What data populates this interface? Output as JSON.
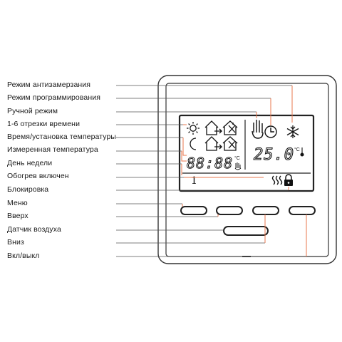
{
  "labels": [
    "Режим антизамерзания",
    "Режим программирования",
    "Ручной режим",
    "1-6 отрезки времени",
    "Время/установка температуры",
    "Измеренная температура",
    "День недели",
    "Обогрев включен",
    "Блокировка",
    "Меню",
    "Вверх",
    "Датчик воздуха",
    "Вниз",
    "Вкл/выкл"
  ],
  "display": {
    "time": "88:88",
    "temperature": "25.0",
    "day": "1",
    "temp_unit": "°C"
  },
  "colors": {
    "leader": "#e8774d",
    "outline": "#222222",
    "text": "#1a1a1a"
  },
  "icons": {
    "sun": "sun-icon",
    "moon": "moon-icon",
    "home": "house-arrow-icon",
    "away": "house-x-icon",
    "manual": "hand-icon",
    "program": "clock-icon",
    "antifreeze": "snowflake-icon",
    "thermometer": "thermometer-icon",
    "heating": "heating-waves-icon",
    "lock": "lock-icon"
  }
}
